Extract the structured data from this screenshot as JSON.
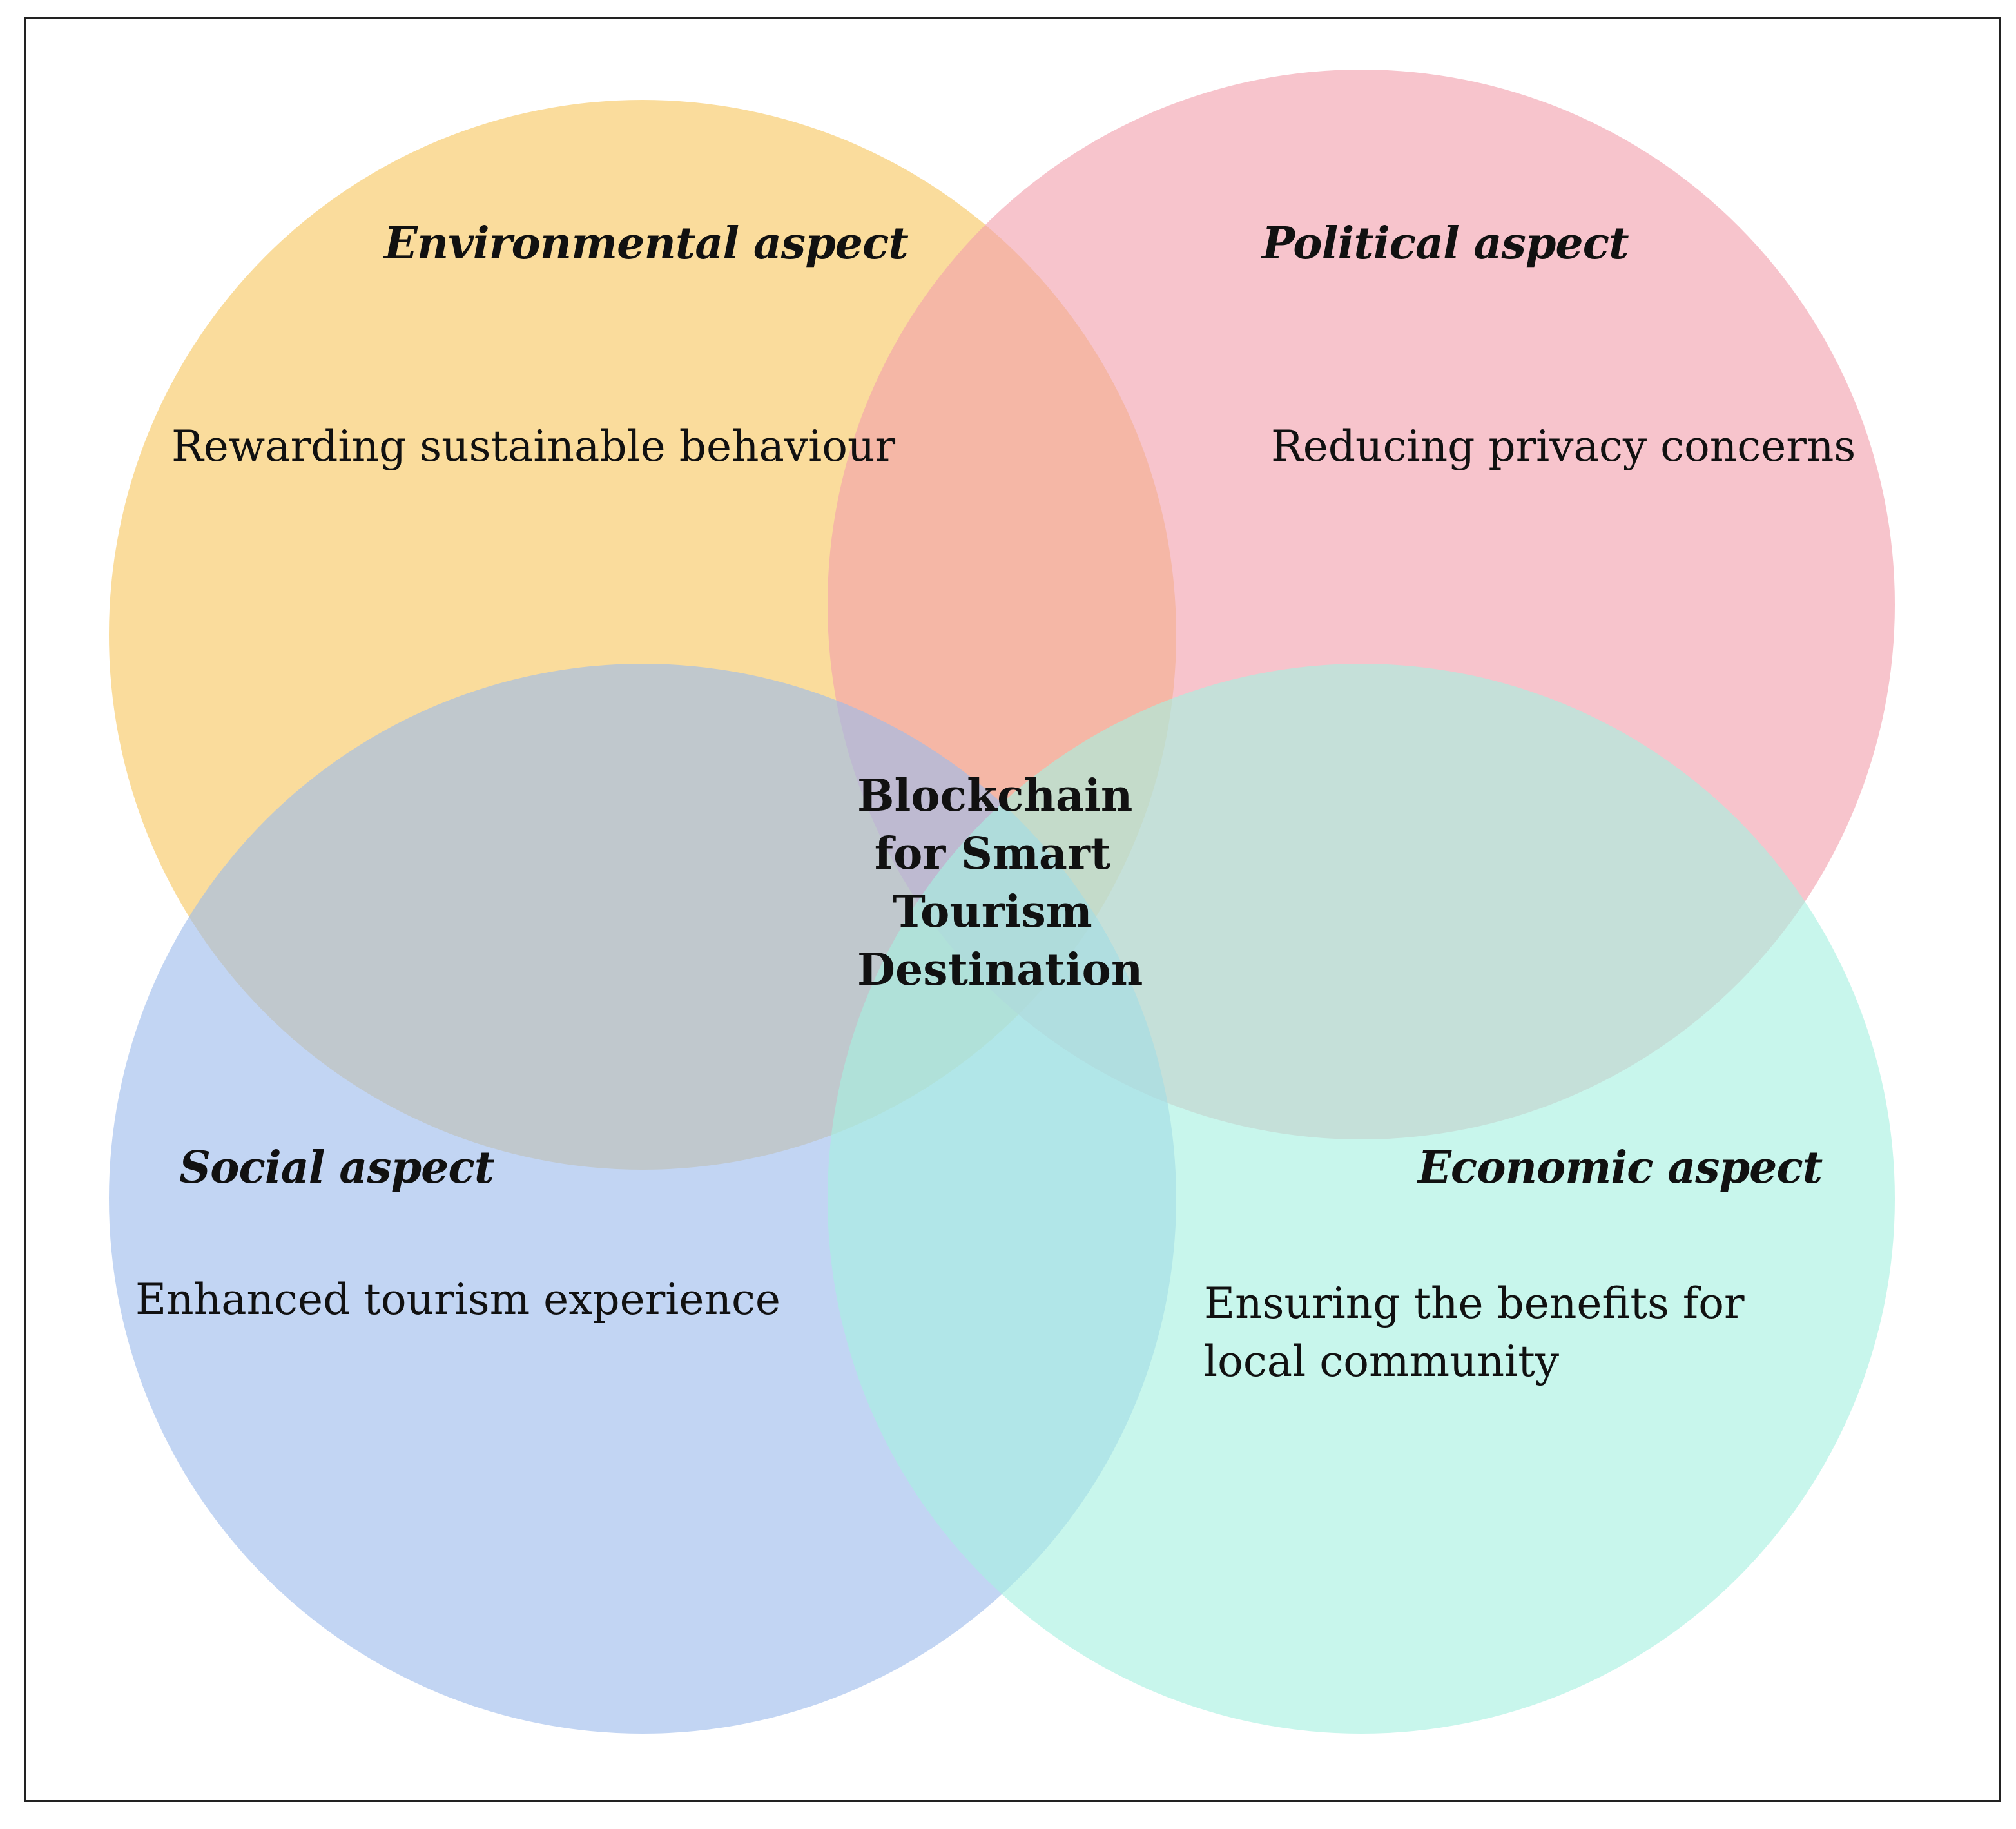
{
  "diagram": {
    "center_label": "Blockchain for Smart Tourism Destination",
    "sets": [
      {
        "id": "environmental",
        "heading": "Environmental aspect",
        "description": "Rewarding sustainable behaviour",
        "color": "#F7C660"
      },
      {
        "id": "political",
        "heading": "Political aspect",
        "description": "Reducing privacy concerns",
        "color": "#F2A0AC"
      },
      {
        "id": "social",
        "heading": "Social aspect",
        "description": "Enhanced tourism experience",
        "color": "#9DBCEB"
      },
      {
        "id": "economic",
        "heading": "Economic aspect",
        "description": "Ensuring the benefits for local community",
        "color": "#A7F1E0"
      }
    ]
  }
}
